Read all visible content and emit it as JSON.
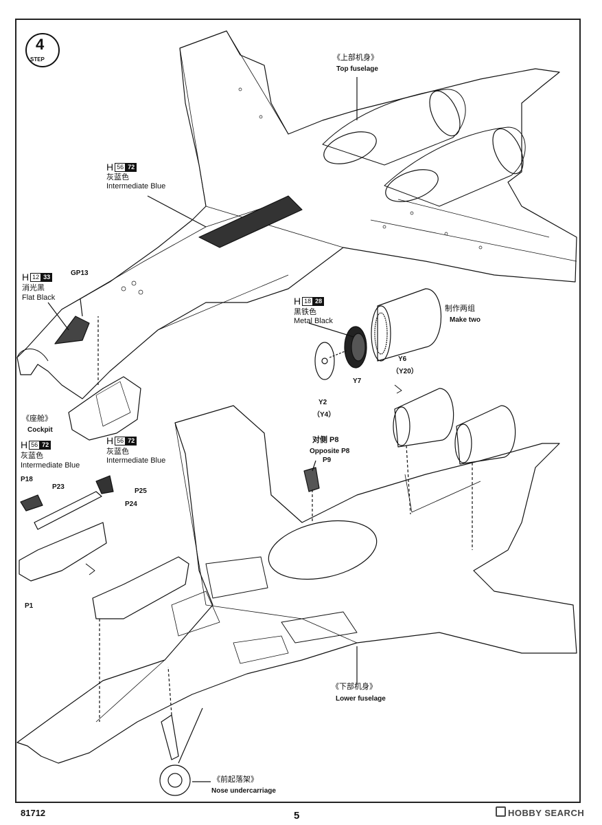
{
  "step": {
    "number": "4",
    "label": "STEP"
  },
  "top_fuselage": {
    "cn": "《上部机身》",
    "en": "Top fuselage"
  },
  "lower_fuselage": {
    "cn": "《下部机身》",
    "en": "Lower fuselage"
  },
  "cockpit": {
    "cn": "《座舱》",
    "en": "Cockpit"
  },
  "nose_undercarriage": {
    "cn": "《前起落架》",
    "en": "Nose undercarriage"
  },
  "make_two": {
    "cn": "制作两组",
    "en": "Make two"
  },
  "opposite": {
    "cn": "对侧 P8",
    "en": "Opposite P8"
  },
  "paints": [
    {
      "h": "H",
      "c1": "56",
      "c2": "72",
      "cn": "灰蓝色",
      "en": "Intermediate Blue"
    },
    {
      "h": "H",
      "c1": "12",
      "c2": "33",
      "cn": "消光黑",
      "en": "Flat Black"
    },
    {
      "h": "H",
      "c1": "18",
      "c2": "28",
      "cn": "黑铁色",
      "en": "Metal  Black"
    },
    {
      "h": "H",
      "c1": "56",
      "c2": "72",
      "cn": "灰蓝色",
      "en": "Intermediate Blue"
    },
    {
      "h": "H",
      "c1": "56",
      "c2": "72",
      "cn": "灰蓝色",
      "en": "Intermediate Blue"
    }
  ],
  "parts": {
    "gp13": "GP13",
    "y6": "Y6",
    "y20": "（Y20）",
    "y7": "Y7",
    "y2": "Y2",
    "y4": "（Y4）",
    "p9": "P9",
    "p18": "P18",
    "p23": "P23",
    "p24": "P24",
    "p25": "P25",
    "p1": "P1"
  },
  "footer": {
    "code": "81712",
    "page": "5",
    "watermark": "HOBBY SEARCH"
  }
}
